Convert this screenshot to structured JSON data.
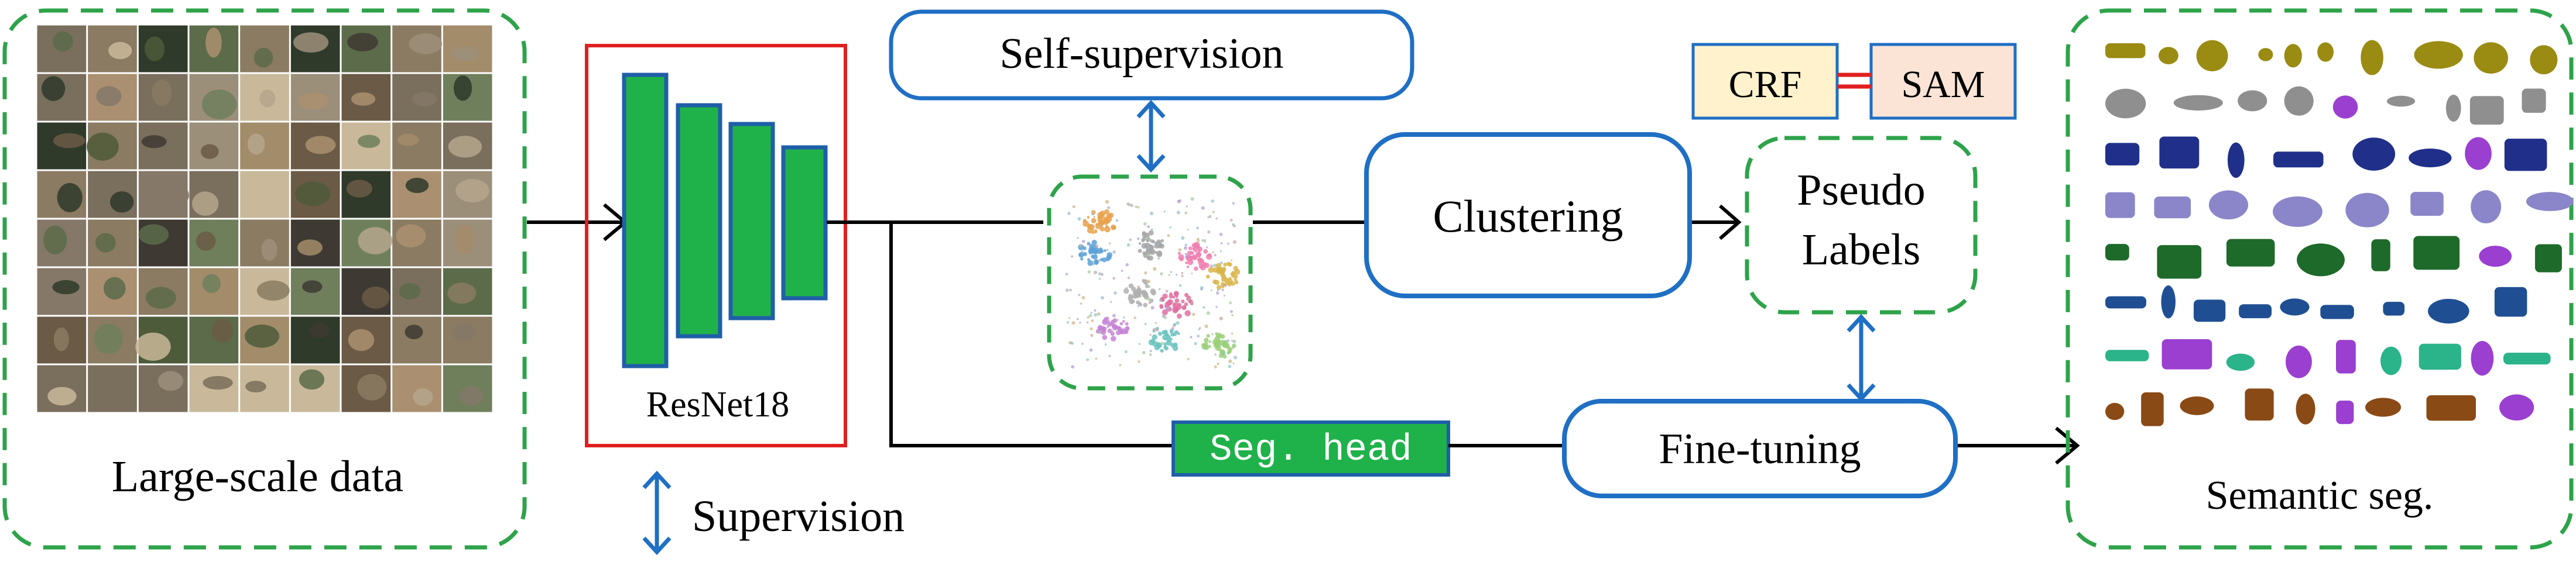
{
  "input": {
    "label": "Large-scale data"
  },
  "backbone": {
    "label": "ResNet18"
  },
  "self_supervision": {
    "label": "Self-supervision"
  },
  "clustering": {
    "label": "Clustering"
  },
  "pseudo_labels": {
    "line1": "Pseudo",
    "line2": "Labels"
  },
  "refine": {
    "crf": "CRF",
    "sam": "SAM"
  },
  "seg_head": {
    "label": "Seg. head"
  },
  "fine_tuning": {
    "label": "Fine-tuning"
  },
  "output": {
    "label": "Semantic seg."
  },
  "legend": {
    "supervision": "Supervision"
  },
  "colors": {
    "green_dashed": "#2ea34a",
    "resnet_fill": "#1fb24a",
    "resnet_stroke": "#1f5fa8",
    "red_box": "#e02020",
    "blue": "#1f6fc4",
    "crf_fill": "#fff2cc",
    "sam_fill": "#fbe4d5",
    "seghead_fill": "#1fb24a"
  }
}
